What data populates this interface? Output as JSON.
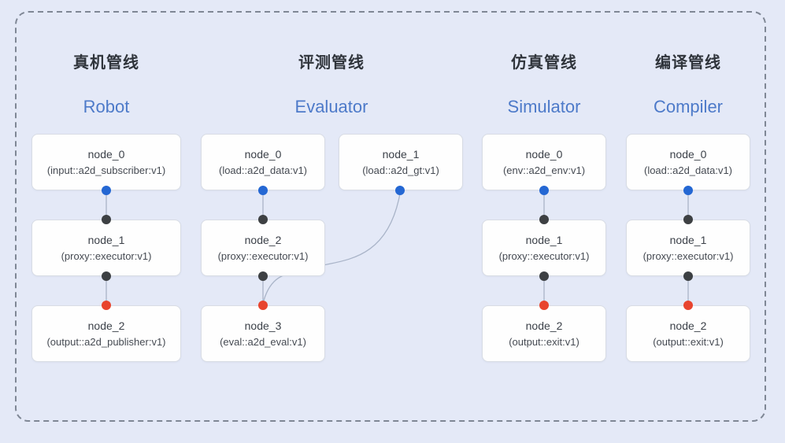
{
  "canvas": {
    "background": "#e4e9f7"
  },
  "frame": {
    "border_color": "#7f8795",
    "style": "dashed-rounded-rect"
  },
  "colors": {
    "port_blue": "#2467d3",
    "port_dark": "#3d4043",
    "port_red": "#e8442e",
    "edge": "#a9b4c8",
    "title_en": "#4d7ac9",
    "title_zh": "#2f343b"
  },
  "pipelines": [
    {
      "title_zh": "真机管线",
      "title_en": "Robot",
      "nodes": [
        {
          "name": "node_0",
          "type": "(input::a2d_subscriber:v1)",
          "port_out": "blue"
        },
        {
          "name": "node_1",
          "type": "(proxy::executor:v1)",
          "port_in": "dark",
          "port_out": "dark"
        },
        {
          "name": "node_2",
          "type": "(output::a2d_publisher:v1)",
          "port_in": "red"
        }
      ]
    },
    {
      "title_zh": "评测管线",
      "title_en": "Evaluator",
      "nodes": [
        {
          "name": "node_0",
          "type": "(load::a2d_data:v1)",
          "port_out": "blue"
        },
        {
          "name": "node_1",
          "type": "(load::a2d_gt:v1)",
          "port_out": "blue"
        },
        {
          "name": "node_2",
          "type": "(proxy::executor:v1)",
          "port_in": "dark",
          "port_out": "dark"
        },
        {
          "name": "node_3",
          "type": "(eval::a2d_eval:v1)",
          "port_in": "red"
        }
      ]
    },
    {
      "title_zh": "仿真管线",
      "title_en": "Simulator",
      "nodes": [
        {
          "name": "node_0",
          "type": "(env::a2d_env:v1)",
          "port_out": "blue"
        },
        {
          "name": "node_1",
          "type": "(proxy::executor:v1)",
          "port_in": "dark",
          "port_out": "dark"
        },
        {
          "name": "node_2",
          "type": "(output::exit:v1)",
          "port_in": "red"
        }
      ]
    },
    {
      "title_zh": "编译管线",
      "title_en": "Compiler",
      "nodes": [
        {
          "name": "node_0",
          "type": "(load::a2d_data:v1)",
          "port_out": "blue"
        },
        {
          "name": "node_1",
          "type": "(proxy::executor:v1)",
          "port_in": "dark",
          "port_out": "dark"
        },
        {
          "name": "node_2",
          "type": "(output::exit:v1)",
          "port_in": "red"
        }
      ]
    }
  ]
}
